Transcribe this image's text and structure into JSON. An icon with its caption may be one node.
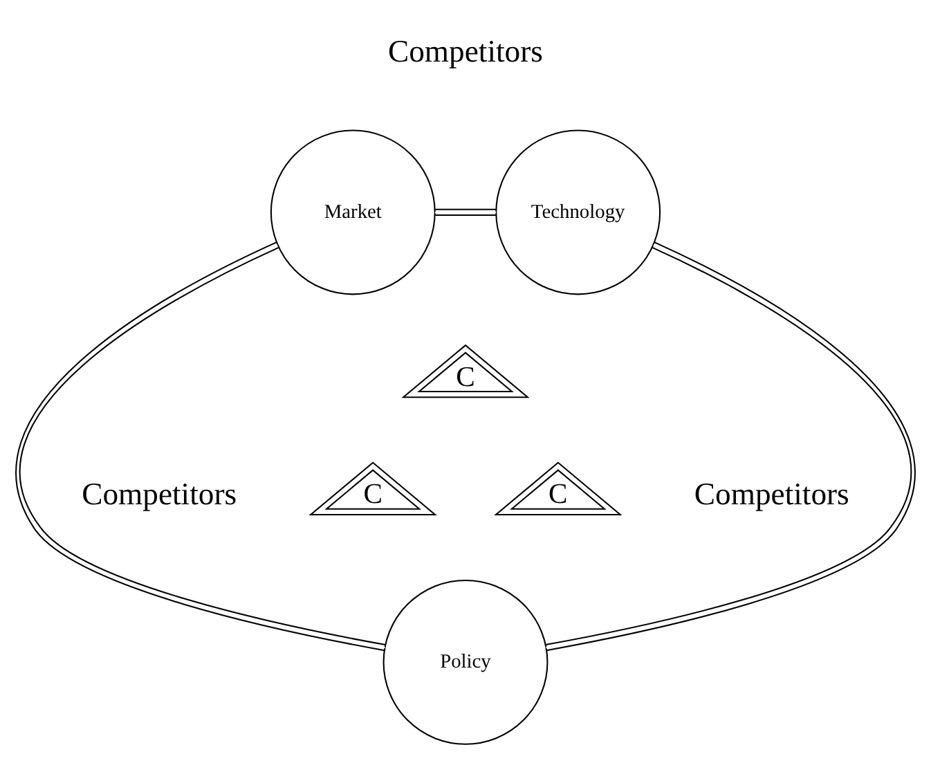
{
  "diagram": {
    "nodes": [
      {
        "text": [
          "Market"
        ]
      },
      {
        "text": [
          "Technology"
        ]
      },
      {
        "text": [
          "C"
        ]
      },
      {
        "text": [
          "C"
        ]
      },
      {
        "text": [
          "C"
        ]
      },
      {
        "text": [
          "Policy"
        ]
      }
    ],
    "edges": [
      {
        "from": 0,
        "to": 1,
        "arrow": "none"
      },
      {
        "from": 0,
        "to": 5,
        "arrow": "none"
      },
      {
        "from": 1,
        "to": 5,
        "arrow": "none"
      }
    ],
    "labels": [
      "Competitors",
      "Competitors",
      "Competitors"
    ]
  }
}
